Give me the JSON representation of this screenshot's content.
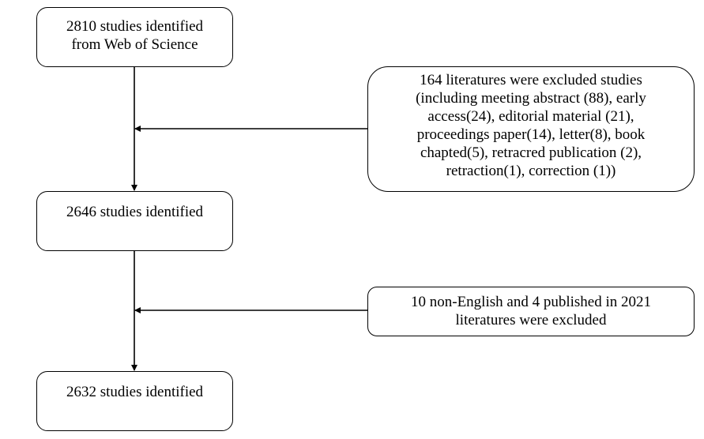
{
  "flow": {
    "step1": {
      "lines": [
        "2810 studies identified",
        "from Web of Science"
      ]
    },
    "step2": {
      "lines": [
        "2646 studies identified"
      ]
    },
    "step3": {
      "lines": [
        "2632 studies identified"
      ]
    },
    "exclusion1": {
      "lines": [
        "164 literatures were excluded studies",
        "(including meeting abstract (88), early",
        "access(24), editorial material (21),",
        "proceedings paper(14), letter(8), book",
        "chapted(5), retracred publication (2),",
        "retraction(1), correction (1))"
      ]
    },
    "exclusion2": {
      "lines": [
        "10 non-English  and 4 published in 2021",
        "literatures were excluded"
      ]
    }
  },
  "colors": {
    "stroke": "#000000",
    "background": "#ffffff"
  }
}
